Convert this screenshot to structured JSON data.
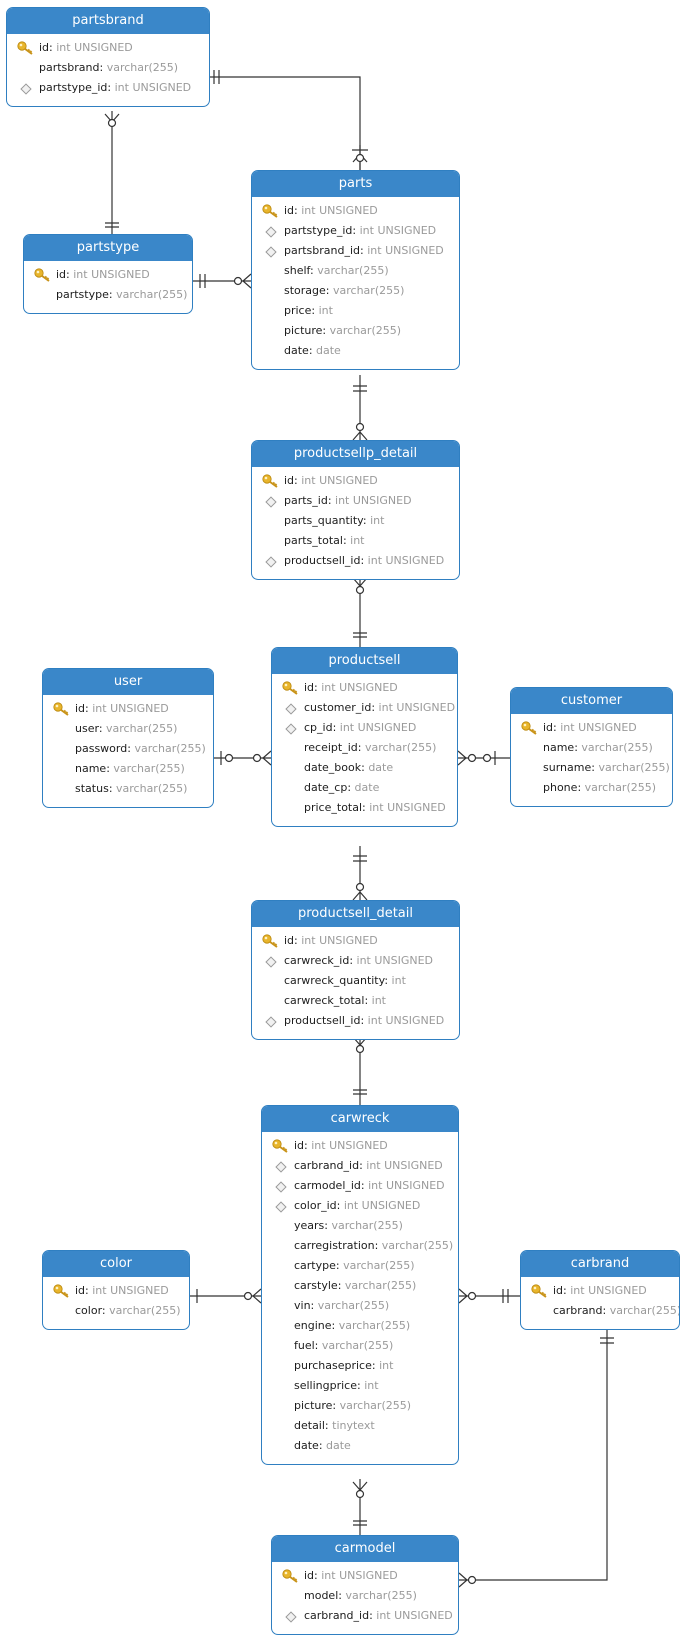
{
  "colors": {
    "header": "#3a87c9",
    "border": "#2f7fc1",
    "key": "#e8b52c",
    "line": "#333333"
  },
  "icons": {
    "primary_key": "key-icon",
    "foreign_key": "diamond-icon"
  },
  "tables": {
    "partsbrand": {
      "name": "partsbrand",
      "fields": [
        {
          "name": "id",
          "type": "int UNSIGNED",
          "icon": "key"
        },
        {
          "name": "partsbrand",
          "type": "varchar(255)",
          "icon": ""
        },
        {
          "name": "partstype_id",
          "type": "int UNSIGNED",
          "icon": "fk"
        }
      ]
    },
    "partstype": {
      "name": "partstype",
      "fields": [
        {
          "name": "id",
          "type": "int UNSIGNED",
          "icon": "key"
        },
        {
          "name": "partstype",
          "type": "varchar(255)",
          "icon": ""
        }
      ]
    },
    "parts": {
      "name": "parts",
      "fields": [
        {
          "name": "id",
          "type": "int UNSIGNED",
          "icon": "key"
        },
        {
          "name": "partstype_id",
          "type": "int UNSIGNED",
          "icon": "fk"
        },
        {
          "name": "partsbrand_id",
          "type": "int UNSIGNED",
          "icon": "fk"
        },
        {
          "name": "shelf",
          "type": "varchar(255)",
          "icon": ""
        },
        {
          "name": "storage",
          "type": "varchar(255)",
          "icon": ""
        },
        {
          "name": "price",
          "type": "int",
          "icon": ""
        },
        {
          "name": "picture",
          "type": "varchar(255)",
          "icon": ""
        },
        {
          "name": "date",
          "type": "date",
          "icon": ""
        }
      ]
    },
    "productsellp_detail": {
      "name": "productsellp_detail",
      "fields": [
        {
          "name": "id",
          "type": "int UNSIGNED",
          "icon": "key"
        },
        {
          "name": "parts_id",
          "type": "int UNSIGNED",
          "icon": "fk"
        },
        {
          "name": "parts_quantity",
          "type": "int",
          "icon": ""
        },
        {
          "name": "parts_total",
          "type": "int",
          "icon": ""
        },
        {
          "name": "productsell_id",
          "type": "int UNSIGNED",
          "icon": "fk"
        }
      ]
    },
    "user": {
      "name": "user",
      "fields": [
        {
          "name": "id",
          "type": "int UNSIGNED",
          "icon": "key"
        },
        {
          "name": "user",
          "type": "varchar(255)",
          "icon": ""
        },
        {
          "name": "password",
          "type": "varchar(255)",
          "icon": ""
        },
        {
          "name": "name",
          "type": "varchar(255)",
          "icon": ""
        },
        {
          "name": "status",
          "type": "varchar(255)",
          "icon": ""
        }
      ]
    },
    "productsell": {
      "name": "productsell",
      "fields": [
        {
          "name": "id",
          "type": "int UNSIGNED",
          "icon": "key"
        },
        {
          "name": "customer_id",
          "type": "int UNSIGNED",
          "icon": "fk"
        },
        {
          "name": "cp_id",
          "type": "int UNSIGNED",
          "icon": "fk"
        },
        {
          "name": "receipt_id",
          "type": "varchar(255)",
          "icon": ""
        },
        {
          "name": "date_book",
          "type": "date",
          "icon": ""
        },
        {
          "name": "date_cp",
          "type": "date",
          "icon": ""
        },
        {
          "name": "price_total",
          "type": "int UNSIGNED",
          "icon": ""
        }
      ]
    },
    "customer": {
      "name": "customer",
      "fields": [
        {
          "name": "id",
          "type": "int UNSIGNED",
          "icon": "key"
        },
        {
          "name": "name",
          "type": "varchar(255)",
          "icon": ""
        },
        {
          "name": "surname",
          "type": "varchar(255)",
          "icon": ""
        },
        {
          "name": "phone",
          "type": "varchar(255)",
          "icon": ""
        }
      ]
    },
    "productsell_detail": {
      "name": "productsell_detail",
      "fields": [
        {
          "name": "id",
          "type": "int UNSIGNED",
          "icon": "key"
        },
        {
          "name": "carwreck_id",
          "type": "int UNSIGNED",
          "icon": "fk"
        },
        {
          "name": "carwreck_quantity",
          "type": "int",
          "icon": ""
        },
        {
          "name": "carwreck_total",
          "type": "int",
          "icon": ""
        },
        {
          "name": "productsell_id",
          "type": "int UNSIGNED",
          "icon": "fk"
        }
      ]
    },
    "carwreck": {
      "name": "carwreck",
      "fields": [
        {
          "name": "id",
          "type": "int UNSIGNED",
          "icon": "key"
        },
        {
          "name": "carbrand_id",
          "type": "int UNSIGNED",
          "icon": "fk"
        },
        {
          "name": "carmodel_id",
          "type": "int UNSIGNED",
          "icon": "fk"
        },
        {
          "name": "color_id",
          "type": "int UNSIGNED",
          "icon": "fk"
        },
        {
          "name": "years",
          "type": "varchar(255)",
          "icon": ""
        },
        {
          "name": "carregistration",
          "type": "varchar(255)",
          "icon": ""
        },
        {
          "name": "cartype",
          "type": "varchar(255)",
          "icon": ""
        },
        {
          "name": "carstyle",
          "type": "varchar(255)",
          "icon": ""
        },
        {
          "name": "vin",
          "type": "varchar(255)",
          "icon": ""
        },
        {
          "name": "engine",
          "type": "varchar(255)",
          "icon": ""
        },
        {
          "name": "fuel",
          "type": "varchar(255)",
          "icon": ""
        },
        {
          "name": "purchaseprice",
          "type": "int",
          "icon": ""
        },
        {
          "name": "sellingprice",
          "type": "int",
          "icon": ""
        },
        {
          "name": "picture",
          "type": "varchar(255)",
          "icon": ""
        },
        {
          "name": "detail",
          "type": "tinytext",
          "icon": ""
        },
        {
          "name": "date",
          "type": "date",
          "icon": ""
        }
      ]
    },
    "color": {
      "name": "color",
      "fields": [
        {
          "name": "id",
          "type": "int UNSIGNED",
          "icon": "key"
        },
        {
          "name": "color",
          "type": "varchar(255)",
          "icon": ""
        }
      ]
    },
    "carbrand": {
      "name": "carbrand",
      "fields": [
        {
          "name": "id",
          "type": "int UNSIGNED",
          "icon": "key"
        },
        {
          "name": "carbrand",
          "type": "varchar(255)",
          "icon": ""
        }
      ]
    },
    "carmodel": {
      "name": "carmodel",
      "fields": [
        {
          "name": "id",
          "type": "int UNSIGNED",
          "icon": "key"
        },
        {
          "name": "model",
          "type": "varchar(255)",
          "icon": ""
        },
        {
          "name": "carbrand_id",
          "type": "int UNSIGNED",
          "icon": "fk"
        }
      ]
    }
  }
}
